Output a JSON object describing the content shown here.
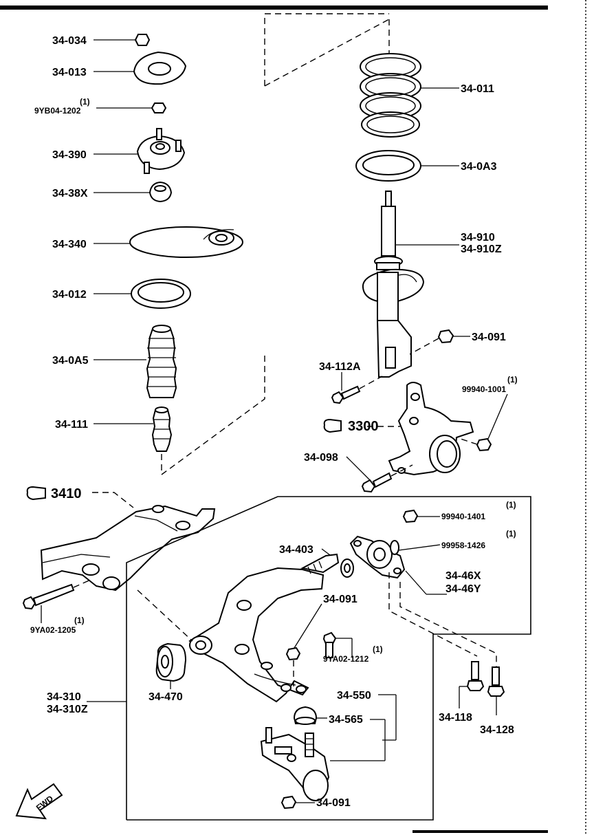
{
  "labels": {
    "p34_034": "34-034",
    "p34_013": "34-013",
    "p9yb04_note": "(1)",
    "p9yb04": "9YB04-1202",
    "p34_390": "34-390",
    "p34_38x": "34-38X",
    "p34_340": "34-340",
    "p34_012": "34-012",
    "p34_0a5": "34-0A5",
    "p34_111": "34-111",
    "p34_011": "34-011",
    "p34_0a3": "34-0A3",
    "p34_910": "34-910",
    "p34_910z": "34-910Z",
    "p34_091_top": "34-091",
    "p34_112a": "34-112A",
    "p99940_1001_note": "(1)",
    "p99940_1001": "99940-1001",
    "ref_3300": "3300",
    "p34_098": "34-098",
    "ref_3410": "3410",
    "p99940_1401_note": "(1)",
    "p99940_1401": "99940-1401",
    "p34_403": "34-403",
    "p99958_1426_note": "(1)",
    "p99958_1426": "99958-1426",
    "p34_46x": "34-46X",
    "p34_46y": "34-46Y",
    "p9ya02_1205_note": "(1)",
    "p9ya02_1205": "9YA02-1205",
    "p34_091_mid": "34-091",
    "p9ya02_1212_note": "(1)",
    "p9ya02_1212": "9YA02-1212",
    "p34_310": "34-310",
    "p34_310z": "34-310Z",
    "p34_470": "34-470",
    "p34_550": "34-550",
    "p34_565": "34-565",
    "p34_118": "34-118",
    "p34_128": "34-128",
    "p34_091_bot": "34-091",
    "fwd": "FWD"
  }
}
